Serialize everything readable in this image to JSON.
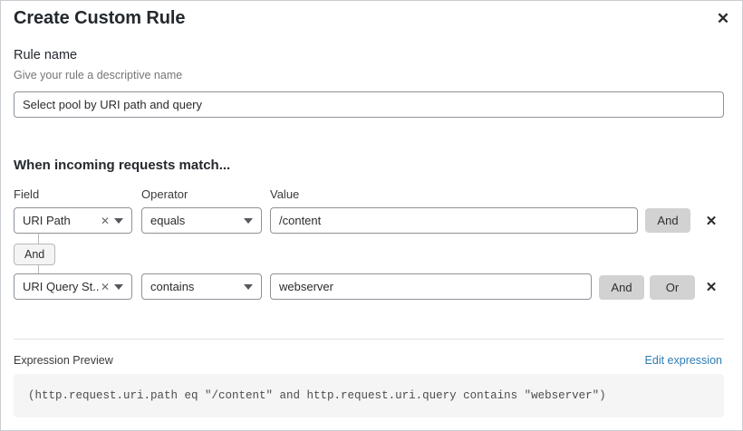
{
  "dialog": {
    "title": "Create Custom Rule",
    "close_icon": "close-icon"
  },
  "rule_name": {
    "label": "Rule name",
    "help_text": "Give your rule a descriptive name",
    "value": "Select pool by URI path and query",
    "placeholder": "Enter rule name"
  },
  "match_section": {
    "heading": "When incoming requests match...",
    "columns": {
      "field": "Field",
      "operator": "Operator",
      "value": "Value"
    },
    "connector": "And",
    "rows": [
      {
        "field": "URI Path",
        "operator": "equals",
        "value": "/content",
        "value_placeholder": "Enter value",
        "clear_icon": "clear-icon",
        "caret_icon": "chevron-down-icon",
        "delete_icon": "close-icon",
        "logic_buttons": [
          "And"
        ]
      },
      {
        "field": "URI Query St...",
        "operator": "contains",
        "value": "webserver",
        "value_placeholder": "Enter value",
        "clear_icon": "clear-icon",
        "caret_icon": "chevron-down-icon",
        "delete_icon": "close-icon",
        "logic_buttons": [
          "And",
          "Or"
        ]
      }
    ]
  },
  "expression": {
    "label": "Expression Preview",
    "edit_link": "Edit expression",
    "text": "(http.request.uri.path eq \"/content\" and http.request.uri.query contains \"webserver\")"
  },
  "colors": {
    "link": "#2d7cb5",
    "logic_button_bg": "#d2d2d2",
    "preview_bg": "#f5f5f5",
    "border": "#8e9297"
  }
}
